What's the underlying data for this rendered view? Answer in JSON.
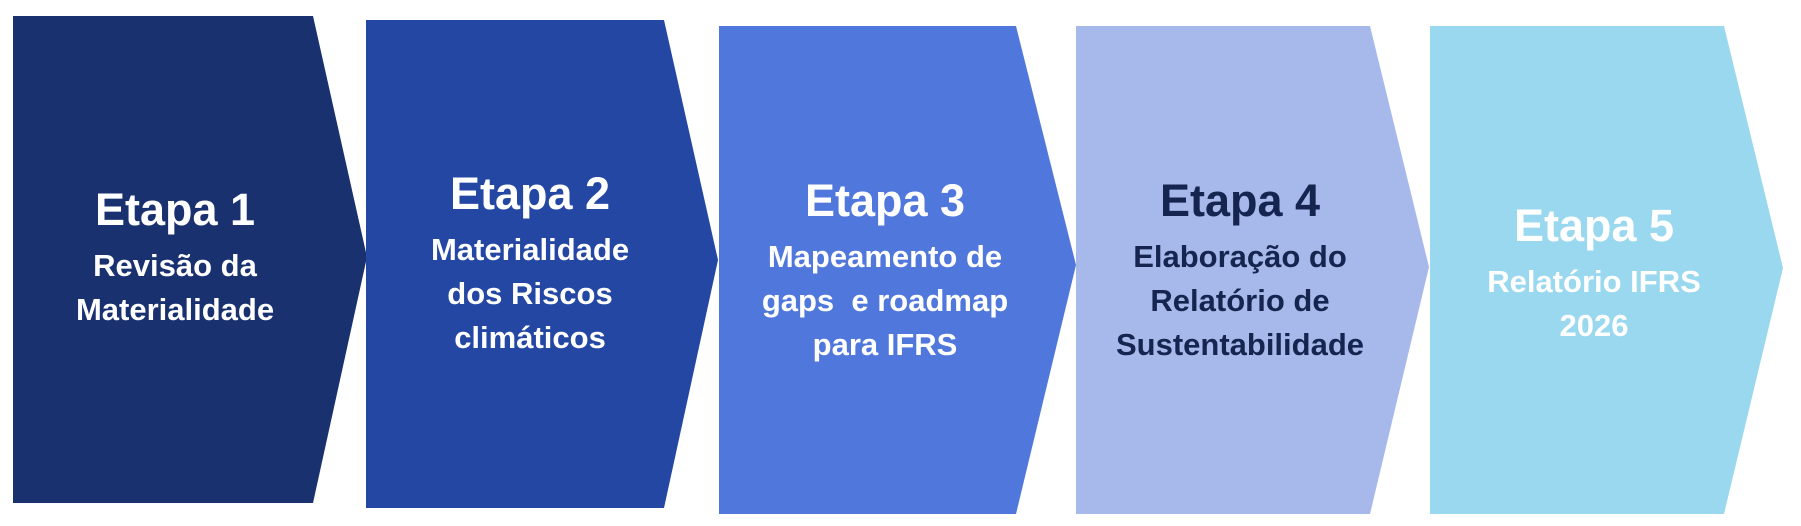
{
  "diagram": {
    "type": "chevron-process",
    "steps": [
      {
        "title": "Etapa 1",
        "lines": [
          "Revisão da",
          "Materialidade"
        ],
        "fill": "#1a3170",
        "text_color": "#ffffff"
      },
      {
        "title": "Etapa 2",
        "lines": [
          "Materialidade",
          "dos Riscos",
          "climáticos"
        ],
        "fill": "#2347a3",
        "text_color": "#ffffff"
      },
      {
        "title": "Etapa 3",
        "lines": [
          "Mapeamento de",
          "gaps  e roadmap",
          "para IFRS"
        ],
        "fill": "#5077db",
        "text_color": "#ffffff"
      },
      {
        "title": "Etapa 4",
        "lines": [
          "Elaboração do",
          "Relatório de",
          "Sustentabilidade"
        ],
        "fill": "#a7b9ea",
        "text_color": "#15254f"
      },
      {
        "title": "Etapa 5",
        "lines": [
          "Relatório IFRS",
          "2026"
        ],
        "fill": "#9ad8ef",
        "text_color": "#ffffff"
      }
    ]
  }
}
